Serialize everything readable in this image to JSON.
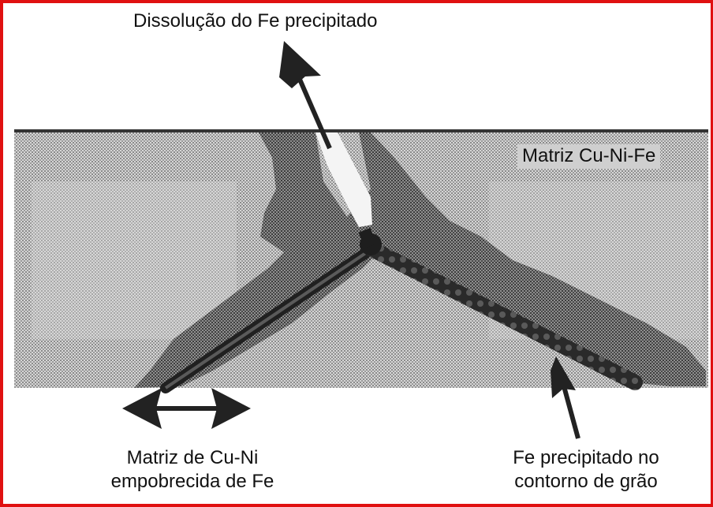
{
  "frame_color": "#e01010",
  "labels": {
    "dissolution": "Dissolução do Fe precipitado",
    "matrix": "Matriz Cu-Ni-Fe",
    "depleted_line1": "Matriz de Cu-Ni",
    "depleted_line2": "empobrecida de Fe",
    "precipitated_line1": "Fe precipitado no",
    "precipitated_line2": "contorno de grão"
  },
  "colors": {
    "matrix_fill": "#c4c4c4",
    "depleted_zone": "#6f6f6f",
    "grain_boundary": "#202020",
    "dissolved_channel": "#f4f4f4",
    "arrow": "#222222",
    "surface_line": "#333333"
  }
}
